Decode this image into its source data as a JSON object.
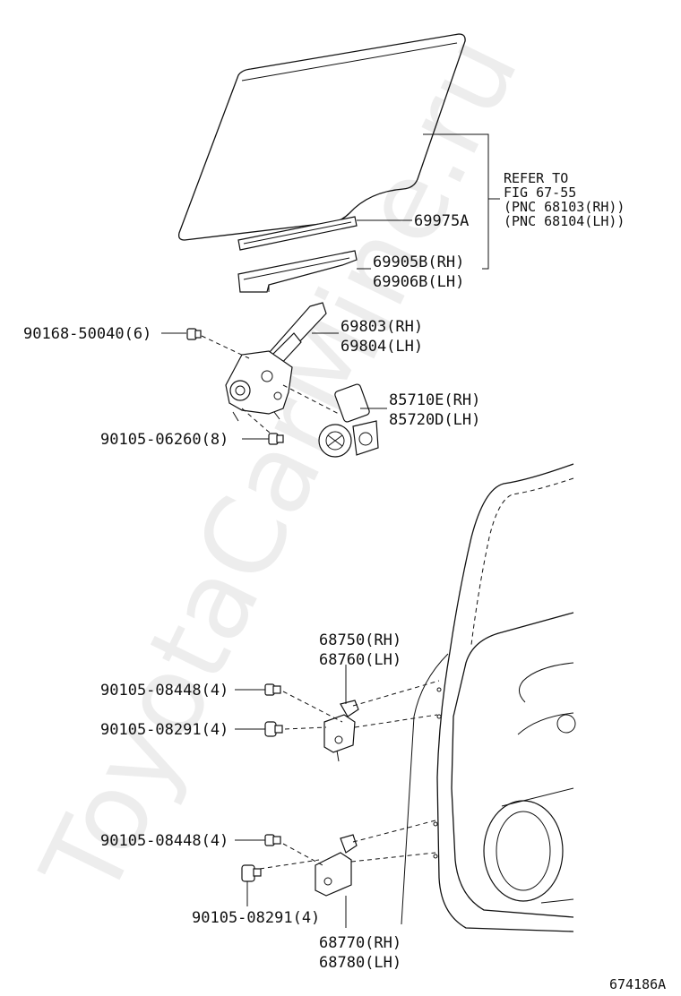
{
  "watermark": "ToyotaCarMine.ru",
  "refer_note": {
    "line1": "REFER TO",
    "line2": "FIG 67-55",
    "line3": "(PNC 68103(RH))",
    "line4": "(PNC 68104(LH))"
  },
  "parts": {
    "glass_channel": "69975A",
    "run_rh": "69905B(RH)",
    "run_lh": "69906B(LH)",
    "regulator_rh": "69803(RH)",
    "regulator_lh": "69804(LH)",
    "motor_rh": "85710E(RH)",
    "motor_lh": "85720D(LH)",
    "bolt_regulator": "90168-50040(6)",
    "bolt_motor": "90105-06260(8)",
    "upper_hinge_rh": "68750(RH)",
    "upper_hinge_lh": "68760(LH)",
    "upper_bolt_a": "90105-08448(4)",
    "upper_bolt_b": "90105-08291(4)",
    "lower_bolt_a": "90105-08448(4)",
    "lower_bolt_b": "90105-08291(4)",
    "lower_hinge_rh": "68770(RH)",
    "lower_hinge_lh": "68780(LH)"
  },
  "figure_id": "674186A"
}
